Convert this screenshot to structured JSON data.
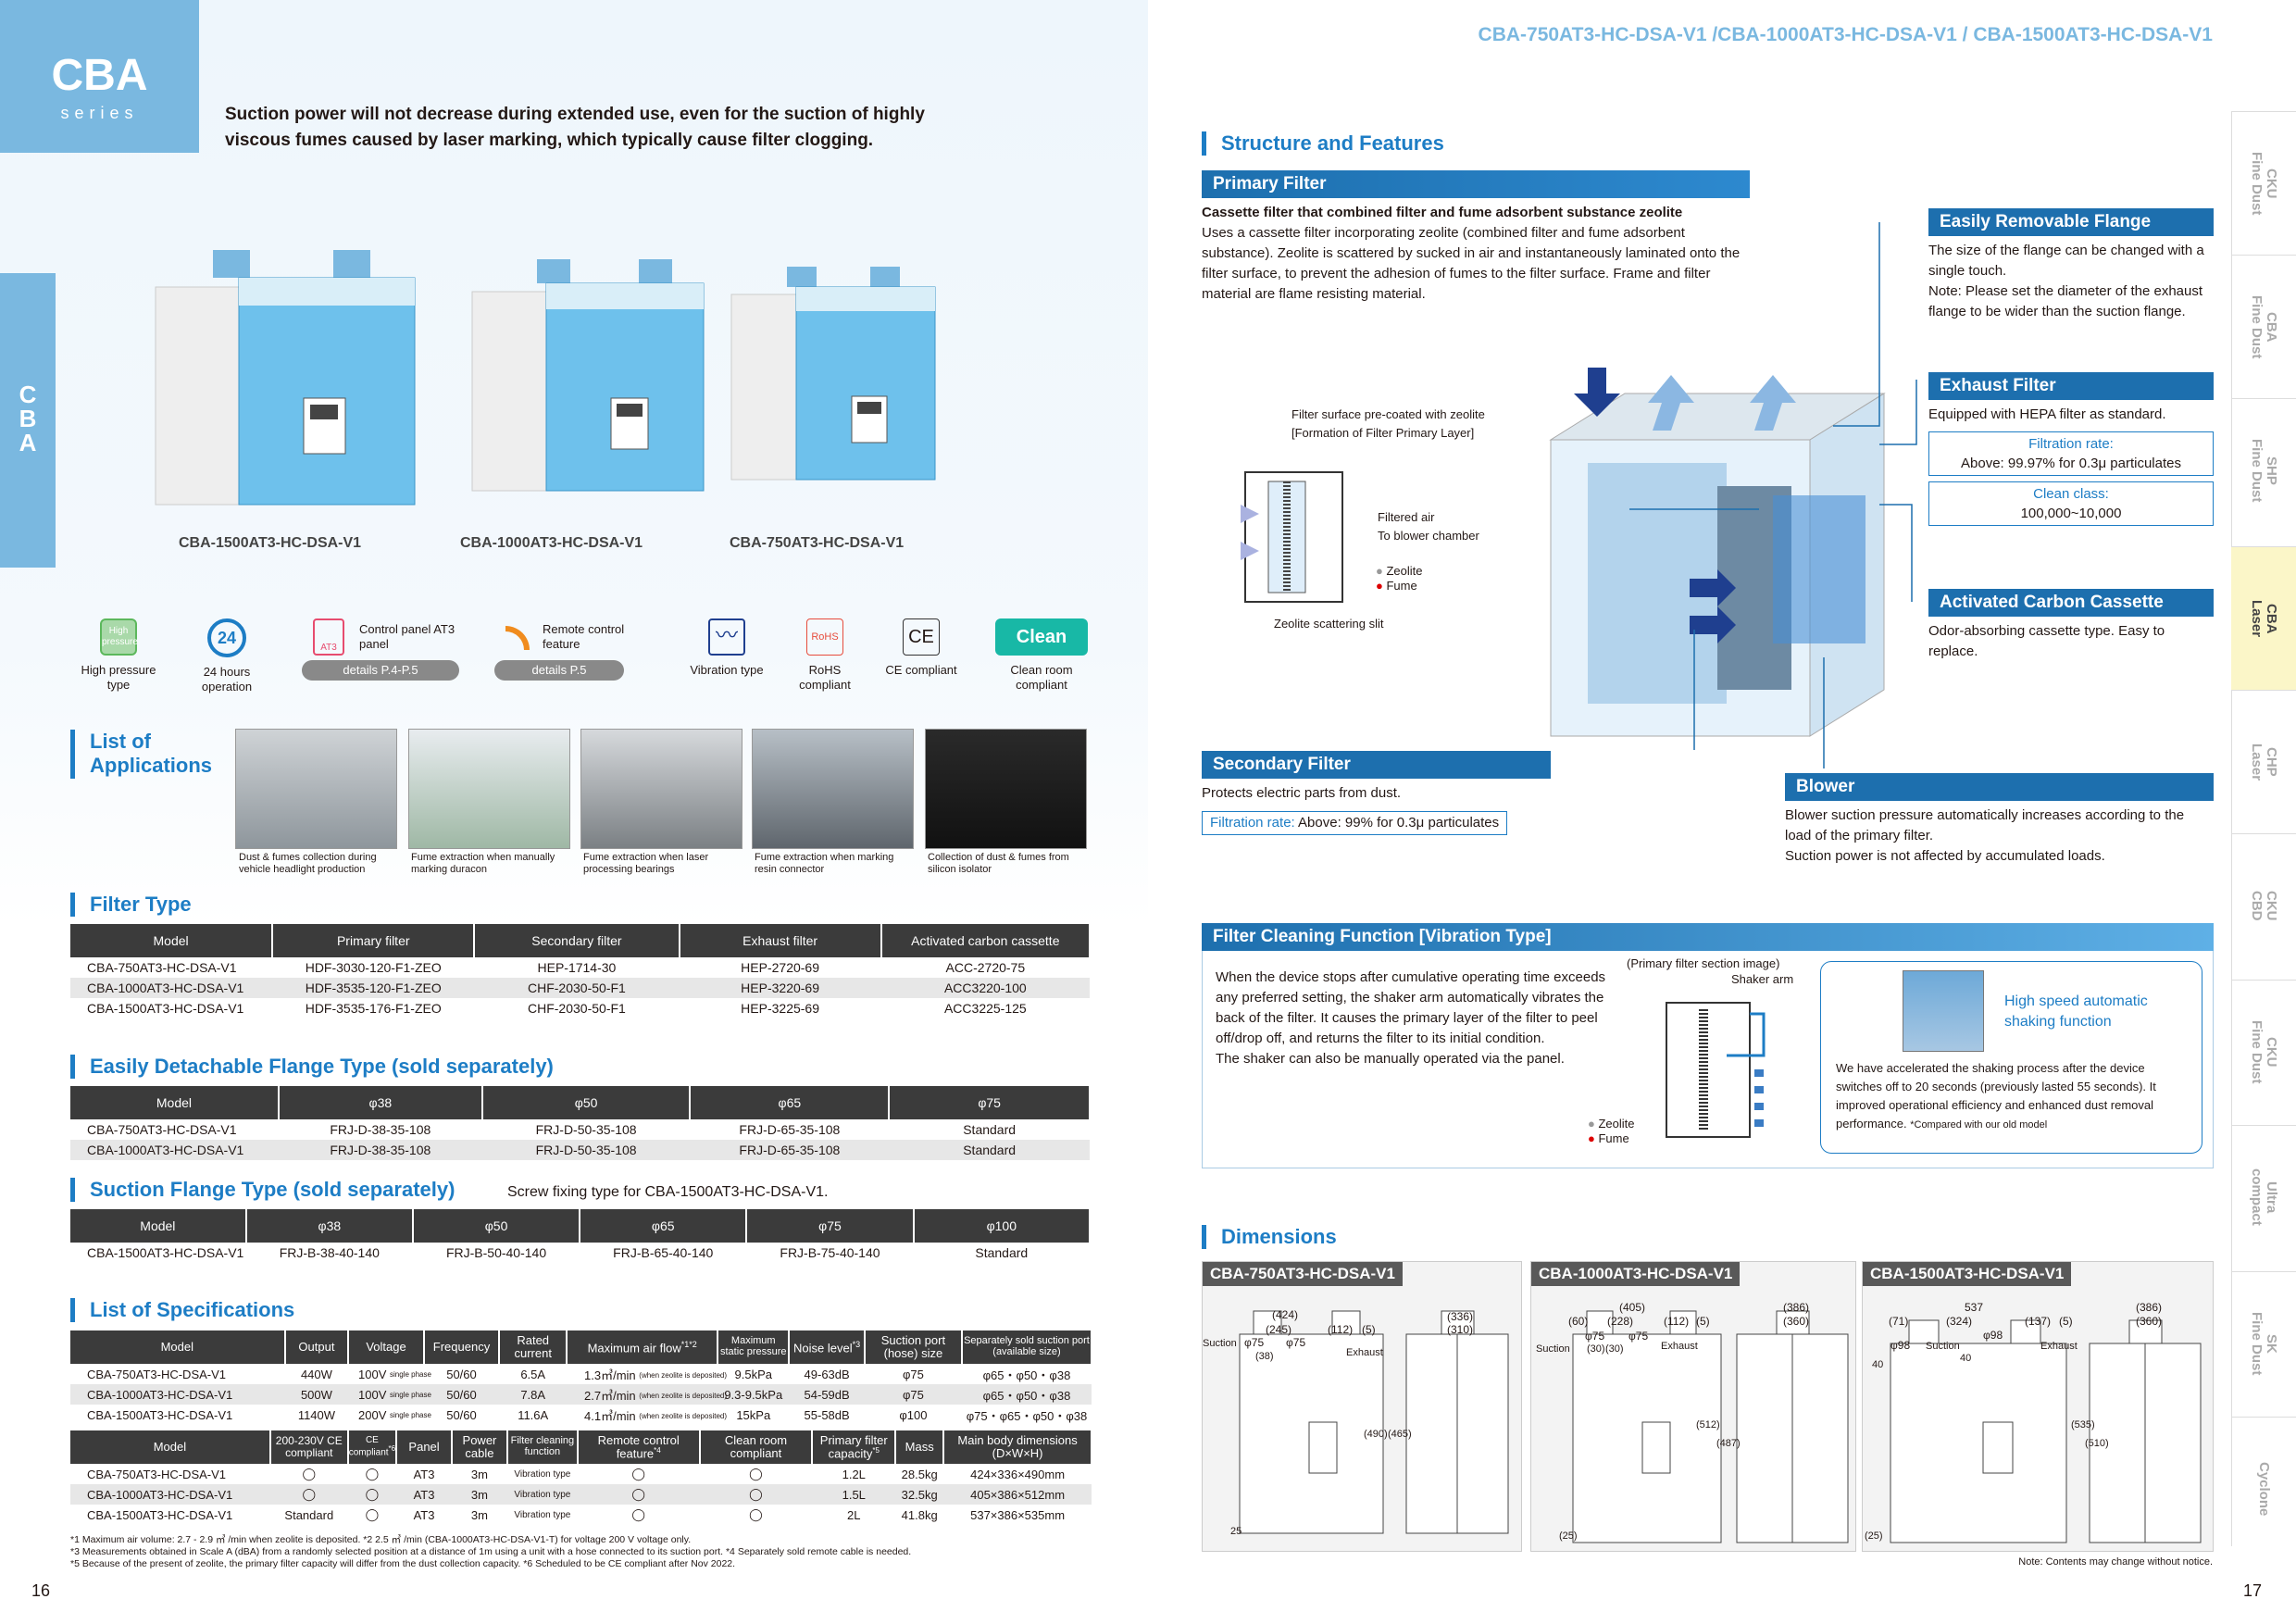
{
  "header": {
    "series_title": "CBA",
    "series_sub": "series",
    "side_code": "C\nB\nA",
    "models_title": "CBA-750AT3-HC-DSA-V1 /CBA-1000AT3-HC-DSA-V1 / CBA-1500AT3-HC-DSA-V1",
    "intro": "Suction power will not decrease during extended use, even for the suction of highly viscous fumes caused by laser marking, which typically cause filter clogging."
  },
  "products": [
    {
      "label": "CBA-1500AT3-HC-DSA-V1"
    },
    {
      "label": "CBA-1000AT3-HC-DSA-V1"
    },
    {
      "label": "CBA-750AT3-HC-DSA-V1"
    }
  ],
  "icons": [
    {
      "title": "High pressure type",
      "badge": "High pressure",
      "color": "#5cb85c"
    },
    {
      "title": "24 hours operation",
      "badge": "24",
      "color": "#1d7dc5"
    },
    {
      "title": "Control panel AT3 panel",
      "badge": "AT3",
      "color": "#e74c6f",
      "pill": "details P.4-P.5"
    },
    {
      "title": "Remote control feature",
      "badge": "))",
      "color": "#f08c1e",
      "pill": "details P.5"
    },
    {
      "title": "Vibration type",
      "badge": "~",
      "color": "#1f3f8f"
    },
    {
      "title": "RoHS compliant",
      "badge": "RoHS",
      "color": "#e74c3c"
    },
    {
      "title": "CE compliant",
      "badge": "CE",
      "color": "#333333"
    },
    {
      "title": "Clean room compliant",
      "badge": "Clean rooms",
      "color": "#18b8a6"
    }
  ],
  "applications": {
    "title": "List of Applications",
    "items": [
      "Dust & fumes collection during vehicle headlight production",
      "Fume extraction when manually marking duracon",
      "Fume extraction when laser processing bearings",
      "Fume extraction when marking resin connector",
      "Collection of dust & fumes from silicon isolator"
    ]
  },
  "filter_type": {
    "title": "Filter Type",
    "headers": [
      "Model",
      "Primary filter",
      "Secondary filter",
      "Exhaust filter",
      "Activated carbon cassette"
    ],
    "rows": [
      [
        "CBA-750AT3-HC-DSA-V1",
        "HDF-3030-120-F1-ZEO",
        "HEP-1714-30",
        "HEP-2720-69",
        "ACC-2720-75"
      ],
      [
        "CBA-1000AT3-HC-DSA-V1",
        "HDF-3535-120-F1-ZEO",
        "CHF-2030-50-F1",
        "HEP-3220-69",
        "ACC3220-100"
      ],
      [
        "CBA-1500AT3-HC-DSA-V1",
        "HDF-3535-176-F1-ZEO",
        "CHF-2030-50-F1",
        "HEP-3225-69",
        "ACC3225-125"
      ]
    ]
  },
  "detach_flange": {
    "title": "Easily Detachable Flange Type (sold separately)",
    "headers": [
      "Model",
      "φ38",
      "φ50",
      "φ65",
      "φ75"
    ],
    "rows": [
      [
        "CBA-750AT3-HC-DSA-V1",
        "FRJ-D-38-35-108",
        "FRJ-D-50-35-108",
        "FRJ-D-65-35-108",
        "Standard"
      ],
      [
        "CBA-1000AT3-HC-DSA-V1",
        "FRJ-D-38-35-108",
        "FRJ-D-50-35-108",
        "FRJ-D-65-35-108",
        "Standard"
      ]
    ]
  },
  "suction_flange": {
    "title": "Suction Flange Type (sold separately)",
    "note": "Screw fixing type for CBA-1500AT3-HC-DSA-V1.",
    "headers": [
      "Model",
      "φ38",
      "φ50",
      "φ65",
      "φ75",
      "φ100"
    ],
    "rows": [
      [
        "CBA-1500AT3-HC-DSA-V1",
        "FRJ-B-38-40-140",
        "FRJ-B-50-40-140",
        "FRJ-B-65-40-140",
        "FRJ-B-75-40-140",
        "Standard"
      ]
    ]
  },
  "specs": {
    "title": "List of Specifications",
    "h1": [
      "Model",
      "Output",
      "Voltage",
      "Frequency",
      "Rated current",
      "Maximum air flow",
      "Maximum static pressure",
      "Noise level",
      "Suction port (hose) size",
      "Separately sold suction port (available size)"
    ],
    "h1_marks": {
      "air": "*1*2",
      "noise": "*3"
    },
    "r1": [
      [
        "CBA-750AT3-HC-DSA-V1",
        "440W",
        "100V",
        "single phase",
        "50/60",
        "6.5A",
        "1.3㎥/min",
        "(when zeolite is deposited)",
        "9.5kPa",
        "49-63dB",
        "φ75",
        "φ65・φ50・φ38"
      ],
      [
        "CBA-1000AT3-HC-DSA-V1",
        "500W",
        "100V",
        "single phase",
        "50/60",
        "7.8A",
        "2.7㎥/min",
        "(when zeolite is deposited)",
        "9.3-9.5kPa",
        "54-59dB",
        "φ75",
        "φ65・φ50・φ38"
      ],
      [
        "CBA-1500AT3-HC-DSA-V1",
        "1140W",
        "200V",
        "single phase",
        "50/60",
        "11.6A",
        "4.1㎥/min",
        "(when zeolite is deposited)",
        "15kPa",
        "55-58dB",
        "φ100",
        "φ75・φ65・φ50・φ38"
      ]
    ],
    "h2": [
      "Model",
      "200-230V CE compliant",
      "CE compliant",
      "Panel",
      "Power cable",
      "Filter cleaning function",
      "Remote control feature",
      "Clean room compliant",
      "Primary filter capacity",
      "Mass",
      "Main body dimensions (D×W×H)"
    ],
    "h2_marks": {
      "ce": "*6",
      "remote": "*4",
      "filter": "*5"
    },
    "r2": [
      [
        "CBA-750AT3-HC-DSA-V1",
        "◯",
        "◯",
        "AT3",
        "3m",
        "Vibration type",
        "◯",
        "◯",
        "1.2L",
        "28.5kg",
        "424×336×490mm"
      ],
      [
        "CBA-1000AT3-HC-DSA-V1",
        "◯",
        "◯",
        "AT3",
        "3m",
        "Vibration type",
        "◯",
        "◯",
        "1.5L",
        "32.5kg",
        "405×386×512mm"
      ],
      [
        "CBA-1500AT3-HC-DSA-V1",
        "Standard",
        "◯",
        "AT3",
        "3m",
        "Vibration type",
        "◯",
        "◯",
        "2L",
        "41.8kg",
        "537×386×535mm"
      ]
    ],
    "notes": [
      "*1 Maximum air volume: 2.7 - 2.9 ㎥ /min when zeolite is deposited.   *2 2.5 ㎥ /min (CBA-1000AT3-HC-DSA-V1-T) for voltage 200 V voltage only.",
      "*3 Measurements obtained in Scale A (dBA) from a randomly selected position at a distance of 1m using a unit with a hose connected to its suction port.   *4 Separately sold remote cable is needed.",
      "*5 Because of the present of zeolite, the primary filter capacity will differ from the dust collection capacity.   *6 Scheduled to be CE compliant after Nov 2022."
    ]
  },
  "structure": {
    "title": "Structure and Features",
    "primary": {
      "bar": "Primary Filter",
      "bold": "Cassette filter that combined filter and fume adsorbent substance zeolite",
      "text": "Uses a cassette filter incorporating zeolite (combined filter and fume adsorbent substance). Zeolite is scattered by sucked in air and instantaneously laminated onto the filter surface, to prevent the adhesion of fumes to the filter surface. Frame and filter material are flame resisting material."
    },
    "inset": {
      "l1": "Filter surface pre-coated with zeolite",
      "l2": "[Formation of Filter Primary Layer]",
      "l3": "Filtered air",
      "l4": "To blower chamber",
      "l5": "Zeolite",
      "l6": "Fume",
      "l7": "Zeolite scattering slit"
    },
    "flange": {
      "bar": "Easily Removable Flange",
      "text": "The size of the flange can be changed with a single touch.\nNote: Please set the diameter of the exhaust flange to be wider than the suction flange."
    },
    "exhaust": {
      "bar": "Exhaust Filter",
      "text": "Equipped with HEPA filter as standard.",
      "rate_label": "Filtration rate:",
      "rate": "Above: 99.97% for 0.3μ particulates",
      "class_label": "Clean class:",
      "class": "100,000~10,000"
    },
    "carbon": {
      "bar": "Activated Carbon Cassette",
      "text": "Odor-absorbing cassette type. Easy to replace."
    },
    "secondary": {
      "bar": "Secondary Filter",
      "text": "Protects electric parts from dust.",
      "rate_label": "Filtration rate:",
      "rate": "Above: 99% for 0.3μ particulates"
    },
    "blower": {
      "bar": "Blower",
      "text": "Blower suction pressure automatically increases according to the load of the primary filter.\nSuction power is not affected by accumulated loads."
    }
  },
  "cleaning": {
    "bar": "Filter Cleaning Function [Vibration Type]",
    "text": "When the device stops after cumulative operating time exceeds any preferred setting, the shaker arm automatically vibrates the back of the filter. It causes the primary layer of the filter to peel off/drop off, and returns the filter to its initial condition.\nThe shaker can also be manually operated via the panel.",
    "img_label": "(Primary filter section image)",
    "shaker": "Shaker arm",
    "zeolite": "Zeolite",
    "fume": "Fume",
    "hs": "High speed automatic shaking function",
    "acc": "We have accelerated the shaking process after the device switches off to 20 seconds (previously lasted 55 seconds). It improved operational efficiency and enhanced dust removal performance.",
    "acc_note": "*Compared with our old model"
  },
  "dimensions": {
    "title": "Dimensions",
    "units": [
      {
        "name": "CBA-750AT3-HC-DSA-V1",
        "t": [
          "(424)",
          "(245)",
          "(112)",
          "(5)",
          "(336)",
          "(310)",
          "Suction",
          "Exhaust",
          "φ75",
          "φ75",
          "(38)",
          "(490)",
          "(465)",
          "25"
        ]
      },
      {
        "name": "CBA-1000AT3-HC-DSA-V1",
        "t": [
          "(405)",
          "(60)",
          "(228)",
          "(112)",
          "(5)",
          "(386)",
          "(360)",
          "Suction",
          "Exhaust",
          "φ75",
          "φ75",
          "(30)",
          "(30)",
          "(512)",
          "(487)",
          "(25)"
        ]
      },
      {
        "name": "CBA-1500AT3-HC-DSA-V1",
        "t": [
          "537",
          "(71)",
          "(324)",
          "(137)",
          "(5)",
          "(386)",
          "(360)",
          "Suction",
          "Exhaust",
          "φ98",
          "φ98",
          "40",
          "40",
          "(535)",
          "(510)",
          "(25)"
        ]
      }
    ]
  },
  "footer": {
    "page_left": "16",
    "page_right": "17",
    "note": "Note: Contents may change without notice."
  },
  "tabs": [
    {
      "label": "CKU\nFine Dust"
    },
    {
      "label": "CBA\nFine Dust"
    },
    {
      "label": "SHP\nFine Dust"
    },
    {
      "label": "CBA\nLaser",
      "active": true
    },
    {
      "label": "CHP\nLaser"
    },
    {
      "label": "CKU\nCBD"
    },
    {
      "label": "CKU\nFine Dust"
    },
    {
      "label": "Ultra\ncompact"
    },
    {
      "label": "SK\nFine Dust"
    },
    {
      "label": "Cyclone"
    }
  ],
  "colors": {
    "brand": "#1d7dc5",
    "accent_light": "#7ab8e0",
    "bar": "#1d6fae",
    "tab_active": "#fbf6c8"
  }
}
